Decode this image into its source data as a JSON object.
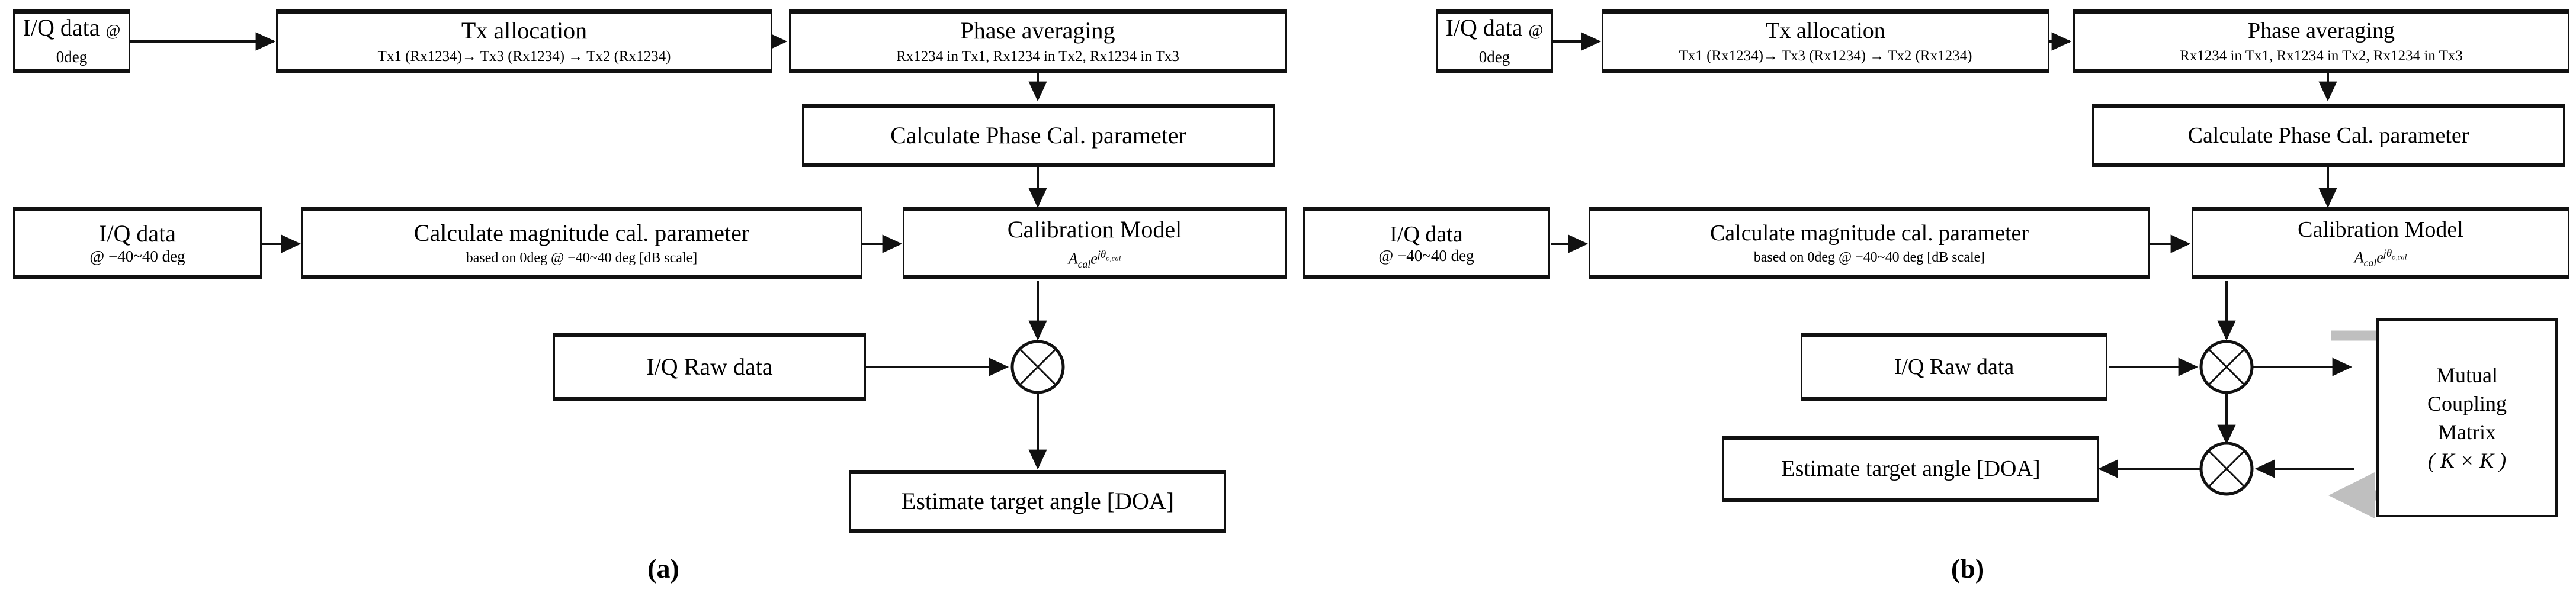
{
  "figure": {
    "panels": [
      {
        "id": "a",
        "label": "(a)"
      },
      {
        "id": "b",
        "label": "(b)"
      }
    ]
  },
  "colors": {
    "stroke": "#111111",
    "box_border": "#111111",
    "background": "#ffffff",
    "feedback_arrow": "#bfbfbf",
    "text": "#000000"
  },
  "panel_a": {
    "nodes": {
      "iq_data_0deg": {
        "title": "I/Q data",
        "suffix": "@ 0deg"
      },
      "tx_allocation": {
        "title": "Tx allocation",
        "subtitle": "Tx1 (Rx1234)→ Tx3 (Rx1234) → Tx2 (Rx1234)"
      },
      "phase_averaging": {
        "title": "Phase averaging",
        "subtitle": "Rx1234 in Tx1, Rx1234 in Tx2, Rx1234 in Tx3"
      },
      "calc_phase_cal": {
        "title": "Calculate Phase Cal. parameter"
      },
      "iq_data_range": {
        "title": "I/Q data",
        "subtitle": "@ −40~40 deg"
      },
      "calc_mag_cal": {
        "title": "Calculate magnitude cal. parameter",
        "subtitle": "based on 0deg @ −40~40 deg [dB scale]"
      },
      "calibration_model": {
        "title": "Calibration Model",
        "formula_a": "A",
        "formula_a_sub": "cal",
        "formula_e": "e",
        "formula_exp": "jθ",
        "formula_exp_sub": "o,cal"
      },
      "iq_raw_data": {
        "title": "I/Q Raw data"
      },
      "estimate_doa": {
        "title": "Estimate target angle [DOA]"
      },
      "multiplier": {
        "symbol": "⊗"
      }
    }
  },
  "panel_b": {
    "nodes": {
      "iq_data_0deg": {
        "title": "I/Q data",
        "suffix": "@ 0deg"
      },
      "tx_allocation": {
        "title": "Tx allocation",
        "subtitle": "Tx1 (Rx1234)→ Tx3 (Rx1234) → Tx2 (Rx1234)"
      },
      "phase_averaging": {
        "title": "Phase averaging",
        "subtitle": "Rx1234 in Tx1, Rx1234 in Tx2, Rx1234 in Tx3"
      },
      "calc_phase_cal": {
        "title": "Calculate Phase Cal. parameter"
      },
      "iq_data_range": {
        "title": "I/Q data",
        "subtitle": "@ −40~40 deg"
      },
      "calc_mag_cal": {
        "title": "Calculate magnitude cal. parameter",
        "subtitle": "based on 0deg @ −40~40 deg [dB scale]"
      },
      "calibration_model": {
        "title": "Calibration Model",
        "formula_a": "A",
        "formula_a_sub": "cal",
        "formula_e": "e",
        "formula_exp": "jθ",
        "formula_exp_sub": "o,cal"
      },
      "iq_raw_data": {
        "title": "I/Q Raw data"
      },
      "estimate_doa": {
        "title": "Estimate target angle [DOA]"
      },
      "mutual_coupling_matrix": {
        "line1": "Mutual",
        "line2": "Coupling",
        "line3": "Matrix",
        "line4": "( K × K )"
      },
      "multiplier_top": {
        "symbol": "⊗"
      },
      "multiplier_bottom": {
        "symbol": "⊗"
      }
    }
  }
}
